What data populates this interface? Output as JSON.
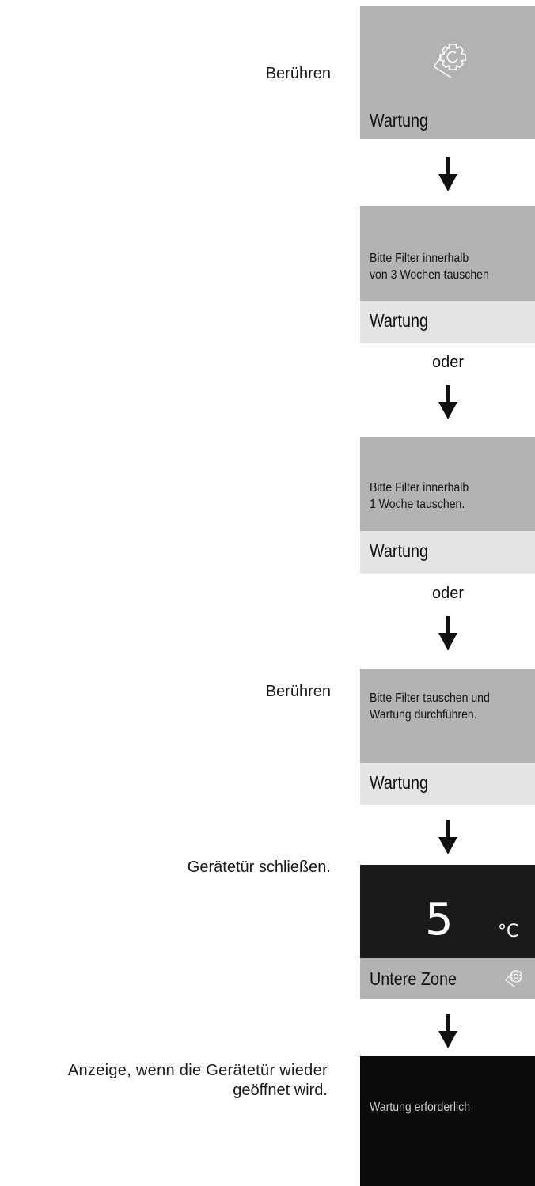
{
  "labels": {
    "touch1": "Berühren",
    "touch2": "Berühren",
    "close_door": "Gerätetür schließen.",
    "reopen_line1": "Anzeige, wenn die Gerätetür wieder",
    "reopen_line2": "geöffnet wird."
  },
  "screens": {
    "s1": {
      "title": "Wartung",
      "icon": "maintenance-gear-icon"
    },
    "s2": {
      "message": "Bitte Filter innerhalb\nvon 3 Wochen tauschen",
      "title": "Wartung"
    },
    "s3": {
      "message": "Bitte Filter innerhalb\n1 Woche tauschen.",
      "title": "Wartung"
    },
    "s4": {
      "message": "Bitte Filter tauschen und\nWartung durchführen.",
      "title": "Wartung"
    },
    "s5": {
      "temperature": "5",
      "unit": "°C",
      "zone": "Untere Zone",
      "icon": "maintenance-gear-icon"
    },
    "s6": {
      "message": "Wartung erforderlich"
    }
  },
  "connectors": {
    "or1": "oder",
    "or2": "oder"
  },
  "colors": {
    "panel_gray": "#b3b3b3",
    "panel_light": "#e4e4e4",
    "panel_dark": "#1a1a1a",
    "panel_black": "#0b0b0b"
  }
}
